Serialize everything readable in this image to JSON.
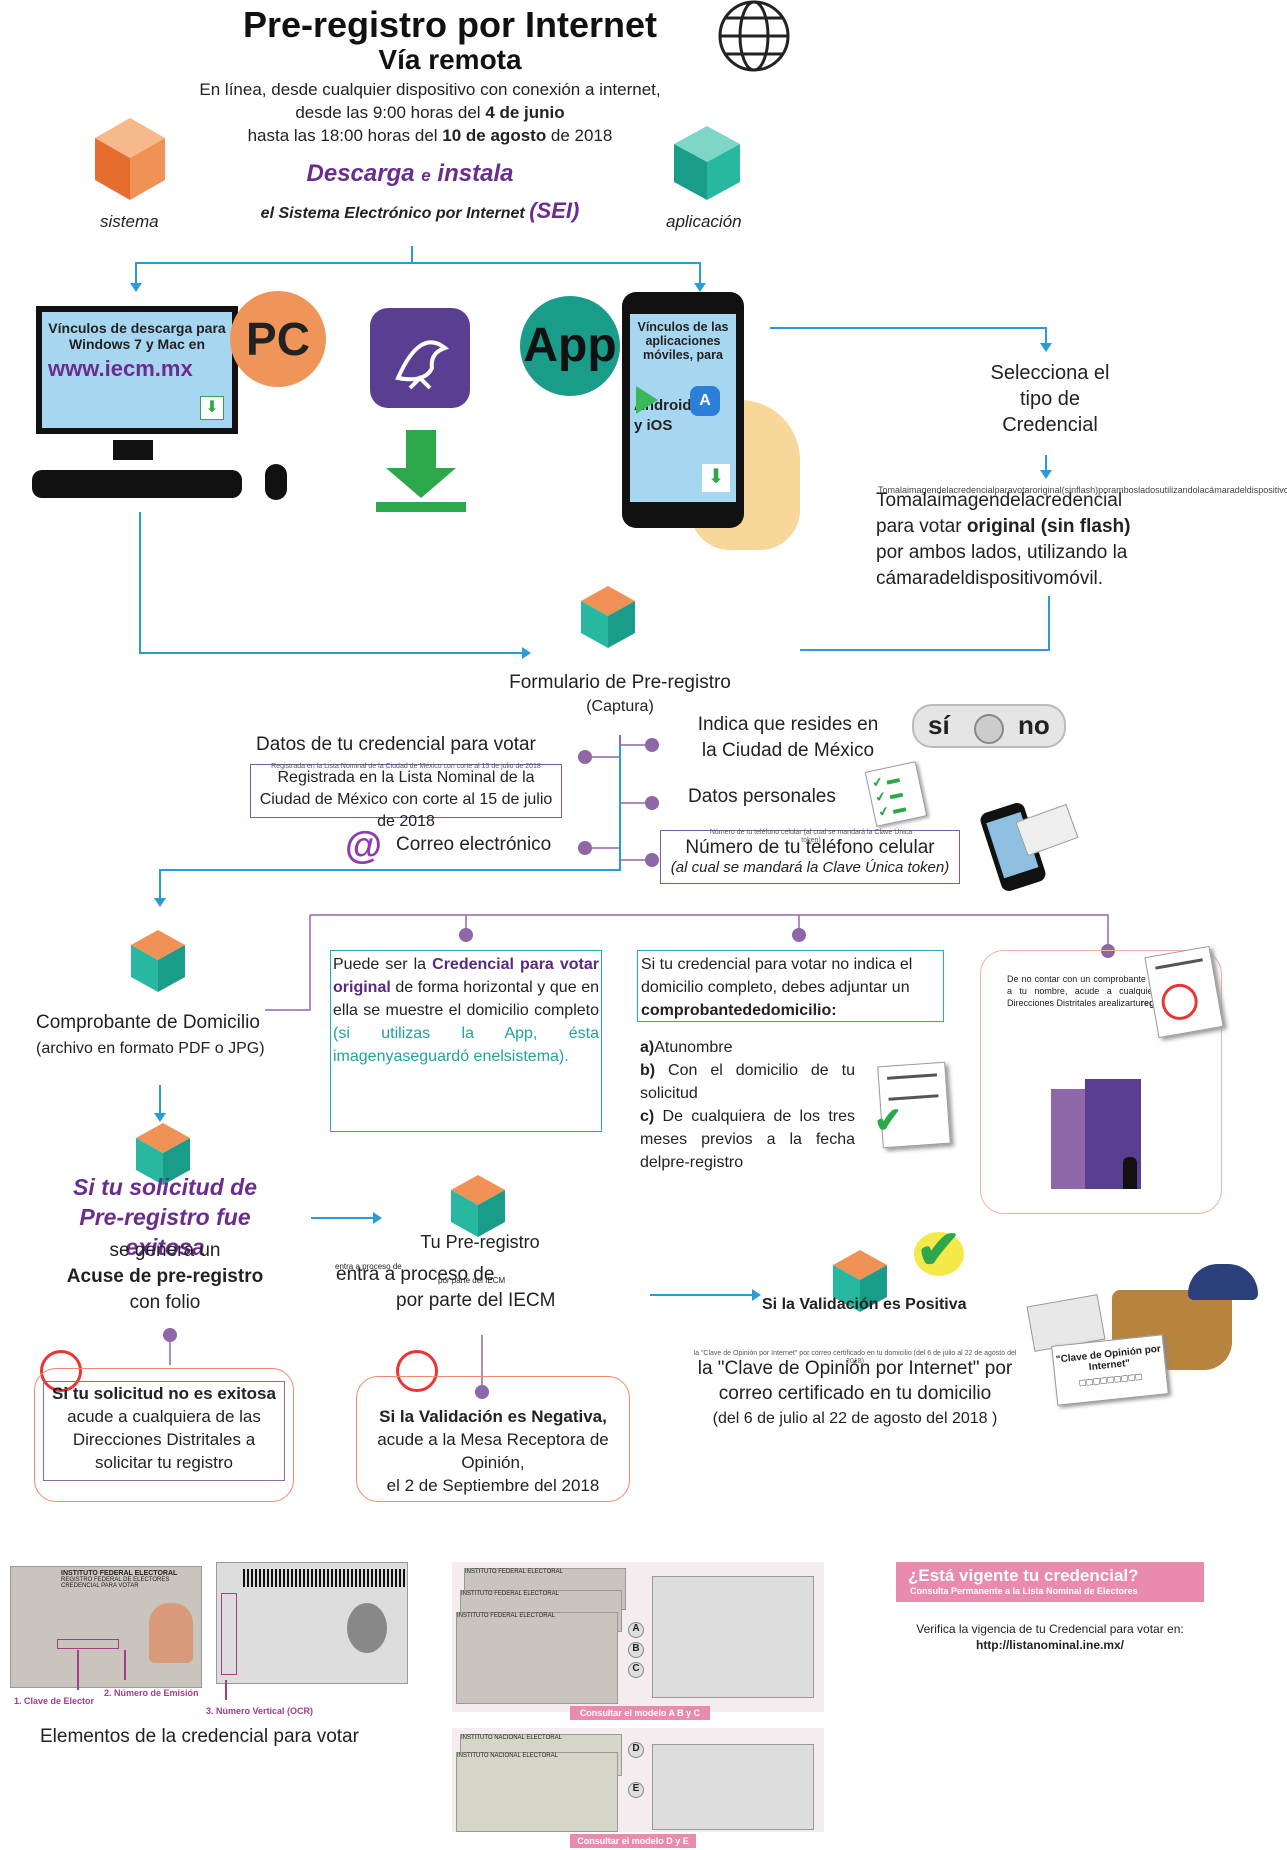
{
  "header": {
    "title": "Pre-registro por Internet",
    "subtitle": "Vía remota",
    "line1": "En línea,  desde cualquier dispositivo con conexión a internet,",
    "line2a": "desde las 9:00 horas del ",
    "line2b": "4 de junio",
    "line3a": "hasta las 18:00 horas del ",
    "line3b": "10 de agosto",
    "line3c": " de 2018"
  },
  "install": {
    "label_sistema": "sistema",
    "label_aplicacion": "aplicación",
    "descarga": "Descarga",
    "e": "e",
    "instala": "instala",
    "sei_prefix": "el Sistema Electrónico por Internet ",
    "sei": "(SEI)"
  },
  "pc": {
    "badge": "PC",
    "screen_text": "Vínculos de descarga para Windows 7 y Mac en",
    "url": "www.iecm.mx"
  },
  "app": {
    "badge": "App",
    "screen_text": "Vínculos de las aplicaciones móviles, para",
    "platforms": "Android y iOS"
  },
  "steps_right": {
    "select": "Selecciona el tipo de Credencial",
    "photo_ghost": "Tomalaimagendelacredencialparavotaroriginal(sinflash)porambosladosutilizandolacámaradeldispositivomóvil.",
    "photo_line1": "Tomalaimagendelacredencial",
    "photo_line2a": "para votar ",
    "photo_line2b": "original (sin flash)",
    "photo_line3": "por ambos lados, utilizando la",
    "photo_line4": "cámaradeldispositivomóvil."
  },
  "form": {
    "title": "Formulario de Pre-registro",
    "captura": "(Captura)",
    "datos_cred": "Datos de tu credencial para votar",
    "registrada_ghost": "Registrada en la Lista Nominal de la Ciudad de México con corte al 15 de julio de 2018",
    "registrada": "Registrada en la Lista Nominal de la Ciudad de México con corte al 15 de julio de 2018",
    "correo": "Correo electrónico",
    "indica": "Indica que resides en la Ciudad de México",
    "si": "sí",
    "no": "no",
    "datos_personales": "Datos personales",
    "telefono_ghost": "Número de tu teléfono celular (al cual se mandará la Clave Única token)",
    "telefono": "Número de tu teléfono celular",
    "telefono_note": "(al cual se mandará la Clave Única token)"
  },
  "domicilio": {
    "title": "Comprobante de Domicilio",
    "formato": "(archivo en formato PDF o JPG)",
    "box1_a": "Puede ser la ",
    "box1_b": "Credencial para votar original",
    "box1_c": " de forma horizontal y que en ella se muestre el domicilio completo ",
    "box1_d": "(si utilizas la App, ésta imagenyaseguardó enelsistema).",
    "box2_a": "Si tu credencial para votar no indica el domicilio completo, debes adjuntar un ",
    "box2_b": "comprobantededomicilio:",
    "req_a_k": "a)",
    "req_a": "Atunombre",
    "req_b_k": "b)",
    "req_b": " Con el domicilio de tu solicitud",
    "req_c_k": "c)",
    "req_c": " De cualquiera de los tres meses previos a la fecha delpre-registro",
    "box3_a": "De no contar con un comprobante de domicilio a tu nombre, acude a cualquiera de las Direcciones Distritales arealizartu",
    "box3_b": "registro"
  },
  "result": {
    "exito_line1": "Si tu solicitud de",
    "exito_line2": "Pre-registro fue exitosa",
    "genera": "se genera un",
    "acuse": "Acuse de pre-registro",
    "folio": "con folio",
    "tu_prereg": "Tu Pre-registro",
    "proceso_ghost1": "entra a proceso de",
    "proceso_ghost2": "por parte del IECM",
    "proceso": "entra a proceso de",
    "iecm": "por parte del IECM",
    "positiva": "Si la Validación es Positiva",
    "clave_ghost": "la \"Clave de Opinión por Internet\" por correo certificado en tu domicilio (del 6 de julio al 22 de agosto del 2018)",
    "clave_line1": "la \"Clave de Opinión por Internet\" por",
    "clave_line2": "correo certificado en tu domicilio",
    "clave_line3": "(del 6 de julio al 22 de agosto del 2018 )",
    "card_text": "\"Clave de Opinión por Internet\"",
    "noexito_title": "Si tu solicitud no es exitosa",
    "noexito_body": "acude a cualquiera de las Direcciones Distritales a solicitar tu registro",
    "negativa_title": "Si la Validación es Negativa,",
    "negativa_body": "acude a la Mesa Receptora de Opinión,",
    "negativa_date": "el 2 de Septiembre del 2018"
  },
  "bottom": {
    "elementos": "Elementos de la credencial para votar",
    "clave_elector": "1. Clave de Elector",
    "num_emision": "2. Número de Emisión",
    "num_vertical": "3. Número Vertical (OCR)",
    "ife_line1": "INSTITUTO FEDERAL ELECTORAL",
    "ife_line2": "REGISTRO FEDERAL DE ELECTORES",
    "ife_line3": "CREDENCIAL PARA VOTAR",
    "ine_line1": "INSTITUTO NACIONAL ELECTORAL",
    "modelo_abc": "Consultar el modelo A B y C",
    "modelo_de": "Consultar el modelo D y E",
    "letters": [
      "A",
      "B",
      "C",
      "D",
      "E"
    ],
    "vigente_title": "¿Está vigente tu credencial?",
    "vigente_sub": "Consulta Permanente a la Lista Nominal de Electores",
    "verifica": "Verifica la vigencia de tu Credencial para votar en:",
    "verifica_url": "http://listanominal.ine.mx/"
  },
  "colors": {
    "accent_purple": "#6b2c8f",
    "line_blue": "#2b9bd8",
    "teal": "#21a39b",
    "orange": "#f0955a",
    "green": "#2ca84a",
    "pink": "#e98aae"
  }
}
